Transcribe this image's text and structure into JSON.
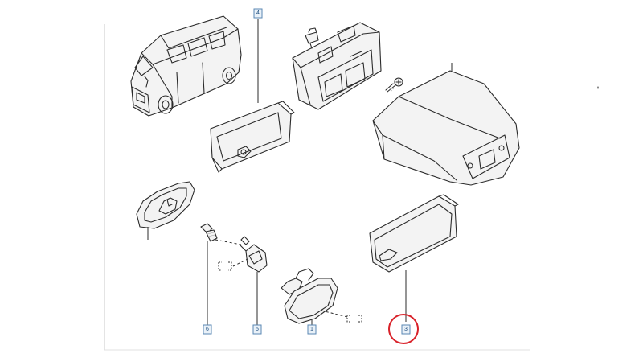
{
  "callouts": {
    "c4": "4",
    "c6": "6",
    "c5": "5",
    "c1": "1",
    "c3": "3"
  },
  "highlight_color": "#d9222a",
  "callout_color": "#5a87b3"
}
